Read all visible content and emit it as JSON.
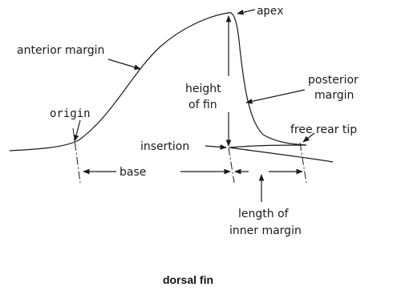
{
  "labels": {
    "apex": "apex",
    "anterior_margin": "anterior margin",
    "height_line1": "height",
    "height_line2": "of fin",
    "posterior_line1": "posterior",
    "posterior_line2": "margin",
    "origin": "origin",
    "free_rear_tip": "free rear tip",
    "insertion": "insertion",
    "base": "base",
    "inner_margin_line1": "length of",
    "inner_margin_line2": "inner margin"
  },
  "caption": "dorsal fin",
  "colors": {
    "ink": "#1a1a1a",
    "background": "#ffffff"
  }
}
